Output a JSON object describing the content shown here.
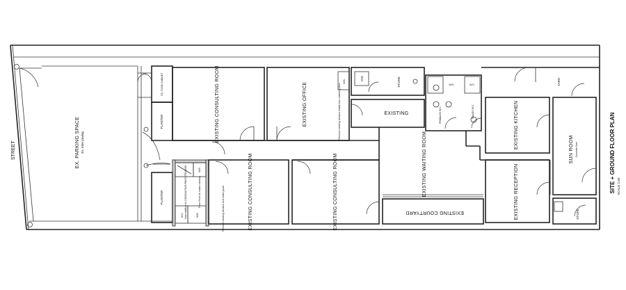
{
  "labels": {
    "street": "STREET",
    "parking": "EX. PARKING SPACE",
    "parking_note": "Ex. Inter paving",
    "fuse_cabinet": "EX. FUSE CABINET",
    "planter_top": "PLANTER",
    "planter_bottom": "PLANTER",
    "consult_top": "EXISTING CONSULTING ROOM",
    "office": "EXISTING OFFICE",
    "dis": "DIS",
    "store_top": "STORE",
    "wb_top": "W.B.",
    "wd": "W.D.",
    "existing_mid": "EXISTING",
    "females_wc": "FEMALES W.C.",
    "males_wc": "MALES W.C.",
    "kitchen": "EXISTING KITCHEN",
    "yard": "YARD",
    "sun_room": "SUN ROOM",
    "sun_note": "Concrete floor",
    "waiting": "EXISTING WAITING ROOM",
    "reception": "EXISTING RECEPTION",
    "courtyard": "EXISTING COURTYARD",
    "consult_bottom_left": "EXISTING CONSULTING ROOM",
    "consult_bottom_right": "EXISTING CONSULTING ROOM",
    "wb_mid": "W.B.",
    "wc_low": "W.C.",
    "wb_low": "W.B.",
    "store_bottom": "STORE",
    "new_addition": "New addition to CONSULTING RM EXTENSION",
    "floor_finish": "Floor finish to match existing",
    "remove_window": "Remove existing window and make good",
    "remove_top": "Remove existing window Install new matching door",
    "title": "SITE + GROUND FLOOR PLAN",
    "scale": "SCALE 1:50"
  }
}
